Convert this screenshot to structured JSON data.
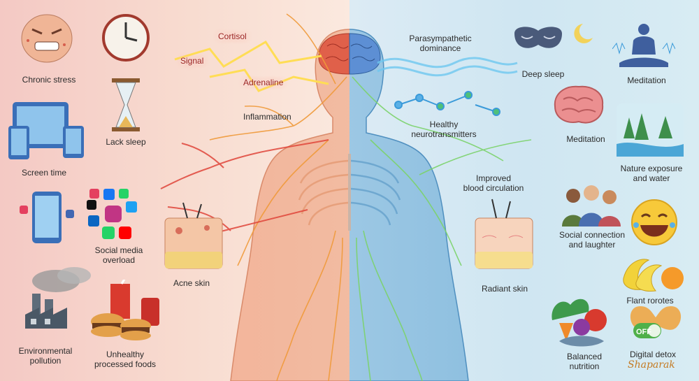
{
  "left_side": {
    "stressors": [
      {
        "key": "stress",
        "label": "Chronic stress",
        "icon": "angry-face-icon"
      },
      {
        "key": "clock",
        "label": "",
        "icon": "clock-icon"
      },
      {
        "key": "sleep",
        "label": "Lack sleep",
        "icon": "hourglass-icon"
      },
      {
        "key": "screen",
        "label": "Screen time",
        "icon": "devices-icon"
      },
      {
        "key": "social",
        "label": "Social media\noverload",
        "icon": "social-media-icon"
      },
      {
        "key": "pollution",
        "label": "Environmental\npollution",
        "icon": "factory-icon"
      },
      {
        "key": "food",
        "label": "Unhealthy\nprocessed foods",
        "icon": "burger-soda-icon"
      }
    ],
    "body_labels": {
      "signal": "Signal",
      "cortisol": "Cortisol",
      "adrenaline": "Adrenaline",
      "inflammation": "Inflammation",
      "acne": "Acne skin"
    }
  },
  "right_side": {
    "body_labels": {
      "parasympathetic": "Parasympathetic\ndominance",
      "neuro": "Healthy\nneurotransmitters",
      "circulation": "Improved\nblood circulation",
      "radiant": "Radiant skin"
    },
    "habits": [
      {
        "key": "deep_sleep",
        "label": "Deep sleep",
        "icon": "sleep-mask-icon"
      },
      {
        "key": "meditation1",
        "label": "Meditation",
        "icon": "meditation-icon"
      },
      {
        "key": "meditation2",
        "label": "Meditation",
        "icon": "brain-icon"
      },
      {
        "key": "nature",
        "label": "Nature exposure\nand water",
        "icon": "forest-icon"
      },
      {
        "key": "social",
        "label": "Social connection\nand laughter",
        "icon": "people-icon"
      },
      {
        "key": "laugh",
        "label": "",
        "icon": "laughing-emoji-icon"
      },
      {
        "key": "plant",
        "label": "Flant rorotes",
        "icon": "fruit-icon"
      },
      {
        "key": "nutrition",
        "label": "Balanced\nnutrition",
        "icon": "vegetables-icon"
      },
      {
        "key": "detox",
        "label": "Digital detox",
        "icon": "off-switch-icon"
      }
    ]
  },
  "watermark": "Shaparak",
  "detox_switch": "OFF",
  "colors": {
    "stress": "#e0453a",
    "calm": "#3a9ad9",
    "nerve_warm": "#f0a23a",
    "nerve_cool": "#7cd36b"
  }
}
